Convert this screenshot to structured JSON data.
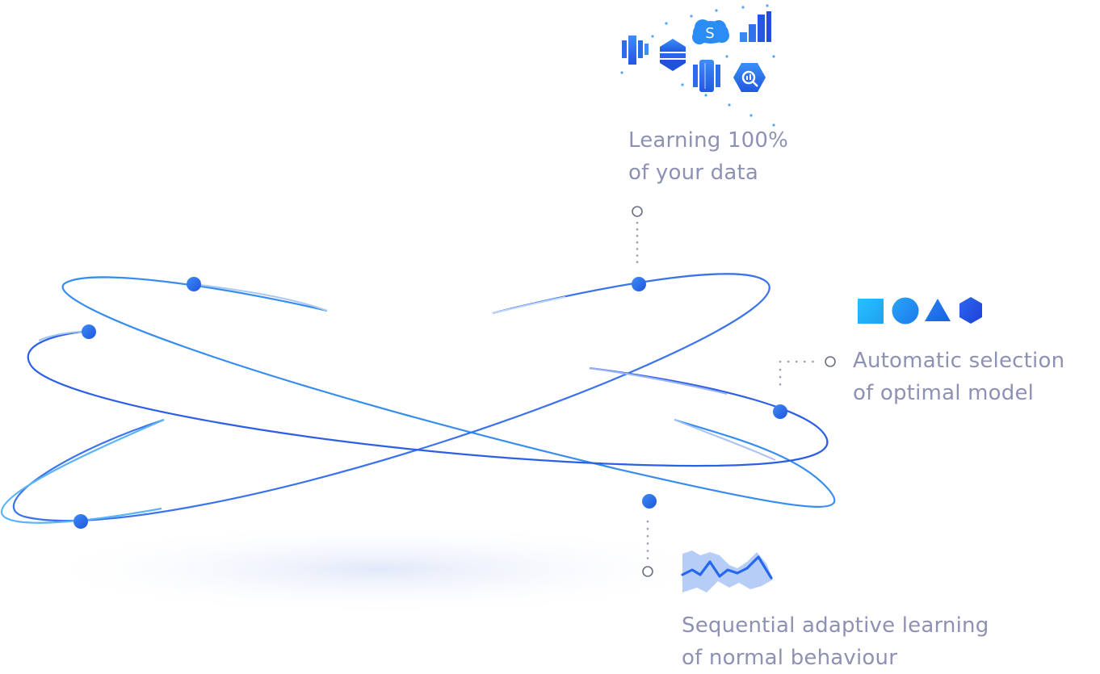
{
  "features": {
    "data": {
      "line1": "Learning 100%",
      "line2": "of your data"
    },
    "model": {
      "line1": "Automatic selection",
      "line2": "of optimal model"
    },
    "sequential": {
      "line1": "Sequential adaptive learning",
      "line2": "of normal behaviour"
    }
  },
  "icons": {
    "data_sources": [
      "aws-redshift-icon",
      "aws-athena-icon",
      "salesforce-icon",
      "power-bi-icon",
      "amazon-redshift-db-icon",
      "google-bigquery-icon"
    ],
    "model_shapes": [
      "square-icon",
      "circle-icon",
      "triangle-icon",
      "hexagon-icon"
    ],
    "series": "time-series-icon"
  },
  "colors": {
    "label_text": "#8d91b4",
    "accent_blue": "#2f6cf0",
    "light_blue": "#5ab4f5",
    "connector": "#9aa0b8",
    "salesforce": "#2a8cf5"
  }
}
